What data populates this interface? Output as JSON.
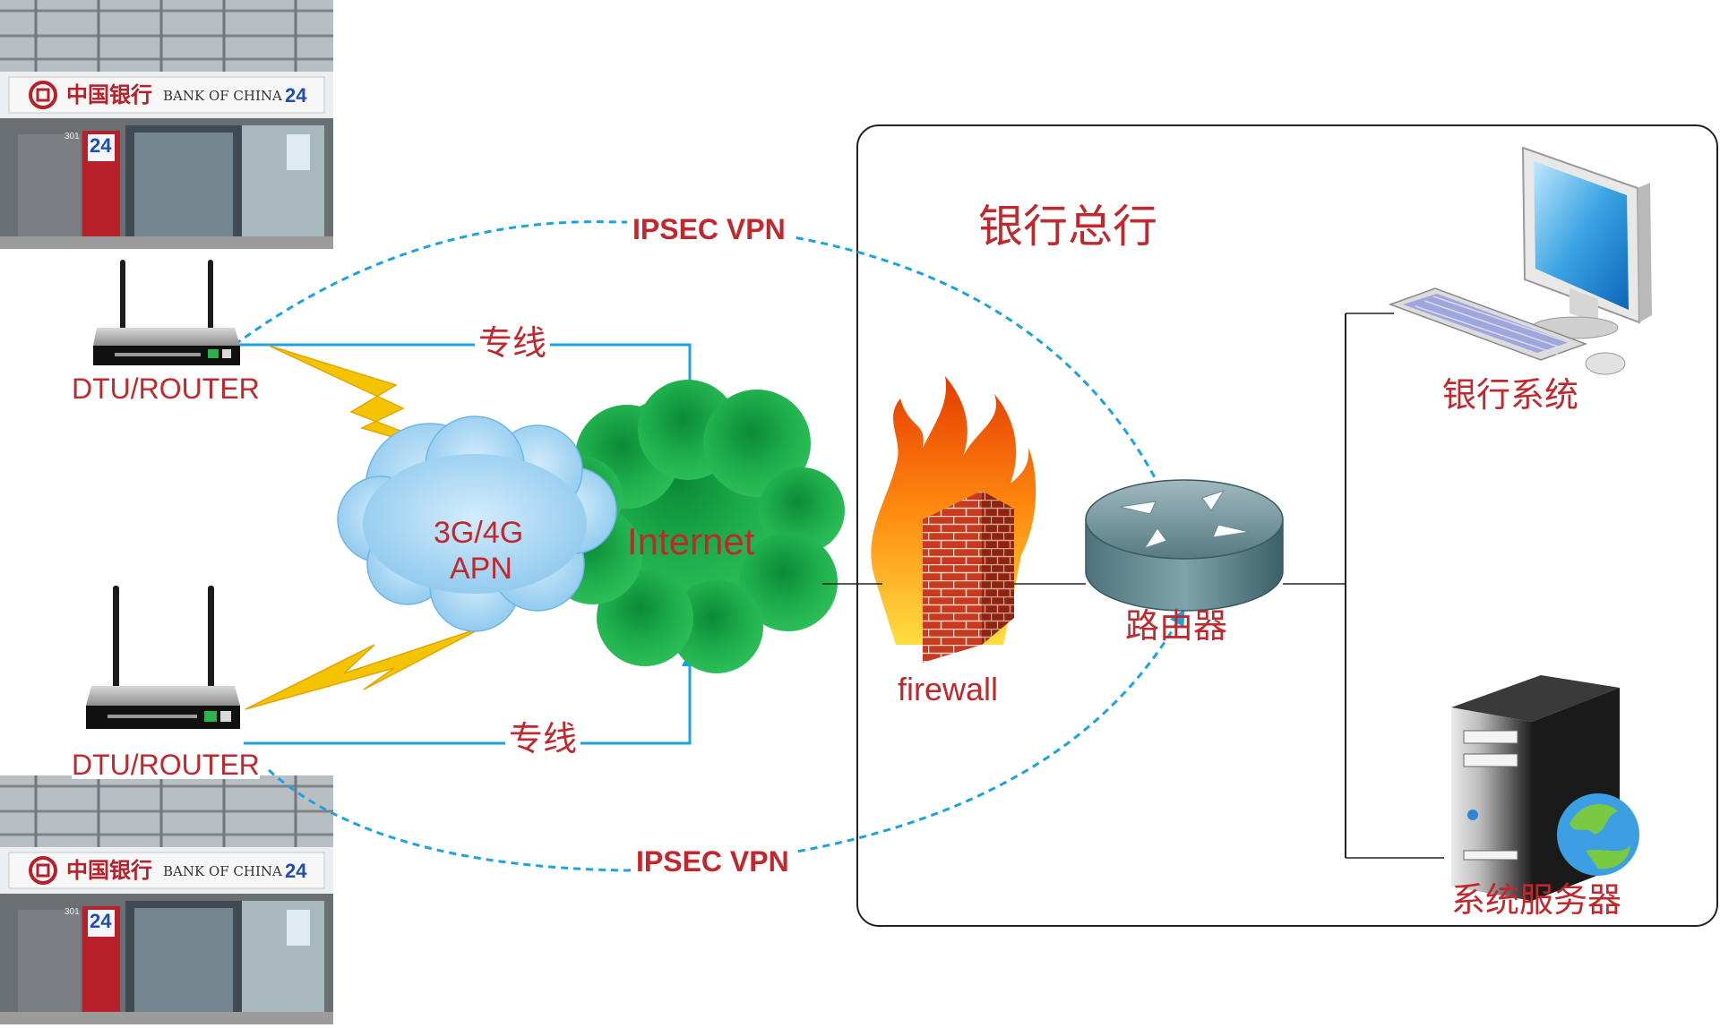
{
  "hq": {
    "title": "银行总行"
  },
  "vpn": {
    "top_label": "IPSEC VPN",
    "bottom_label": "IPSEC VPN"
  },
  "dedicated_line": {
    "top_label": "专线",
    "bottom_label": "专线"
  },
  "routers": {
    "top_label": "DTU/ROUTER",
    "bottom_label": "DTU/ROUTER"
  },
  "clouds": {
    "apn_line1": "3G/4G",
    "apn_line2": "APN",
    "internet": "Internet"
  },
  "firewall": {
    "label": "firewall"
  },
  "router": {
    "label": "路由器"
  },
  "bank_system": {
    "label": "银行系统"
  },
  "server": {
    "label": "系统服务器"
  },
  "branch_sign": {
    "name_cn": "中国银行",
    "name_en": "BANK OF CHINA",
    "hours": "24",
    "door_number": "301"
  },
  "colors": {
    "label_red": "#c0282d",
    "link_blue": "#1aa3e0",
    "internet_green": "#1faa4a",
    "apn_blue": "#a8d6f2",
    "lightning": "#f5c400"
  }
}
